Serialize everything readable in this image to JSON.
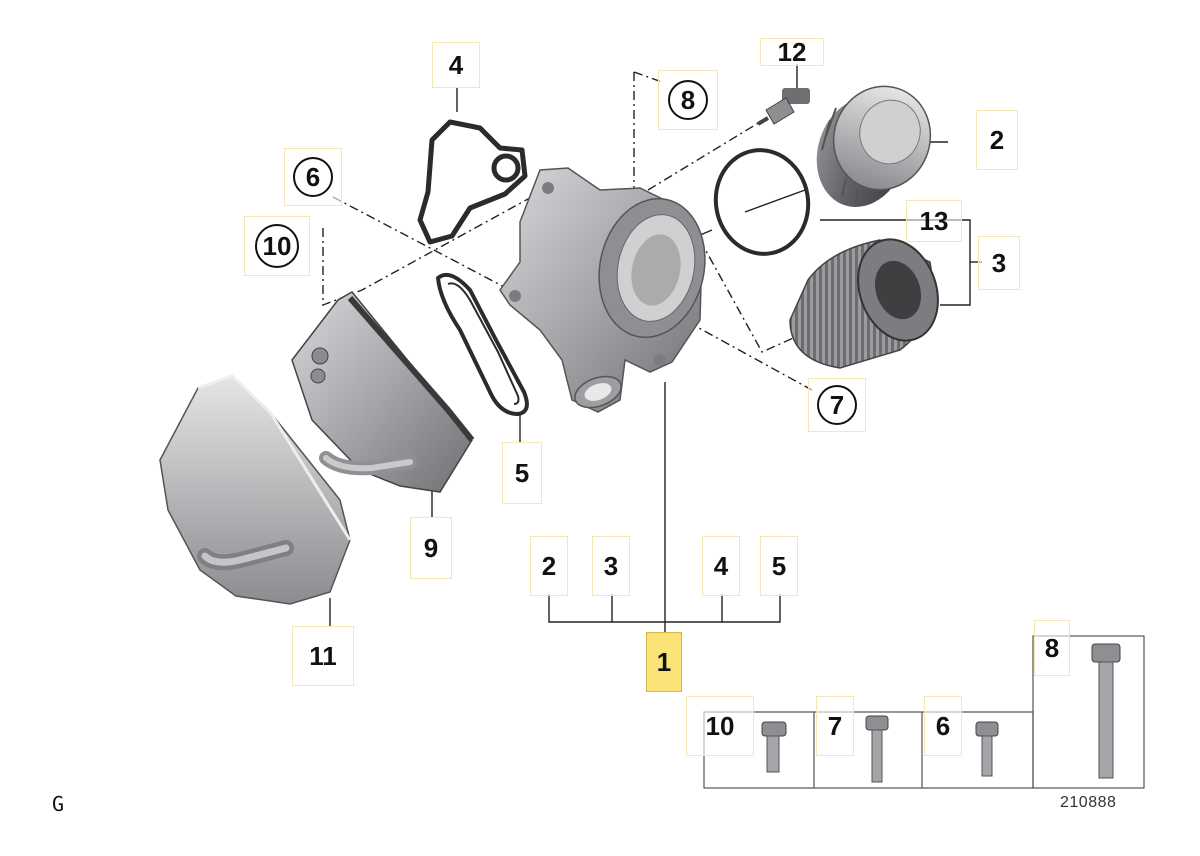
{
  "labels": {
    "p1": "1",
    "p2": "2",
    "p3": "3",
    "p4": "4",
    "p5": "5",
    "p6": "6",
    "p7": "7",
    "p8": "8",
    "p9": "9",
    "p10": "10",
    "p11": "11",
    "p12": "12",
    "p13": "13"
  },
  "bracket": {
    "a": "2",
    "b": "3",
    "c": "4",
    "d": "5"
  },
  "bolt_table": {
    "b10": "10",
    "b7": "7",
    "b6": "6",
    "b8": "8"
  },
  "corner_mark": "G",
  "diagram_ref": "210888",
  "colors": {
    "highlight": "#fbe37a",
    "label_box_border": "#f3e7b8",
    "part_gray": "#a9abad"
  }
}
